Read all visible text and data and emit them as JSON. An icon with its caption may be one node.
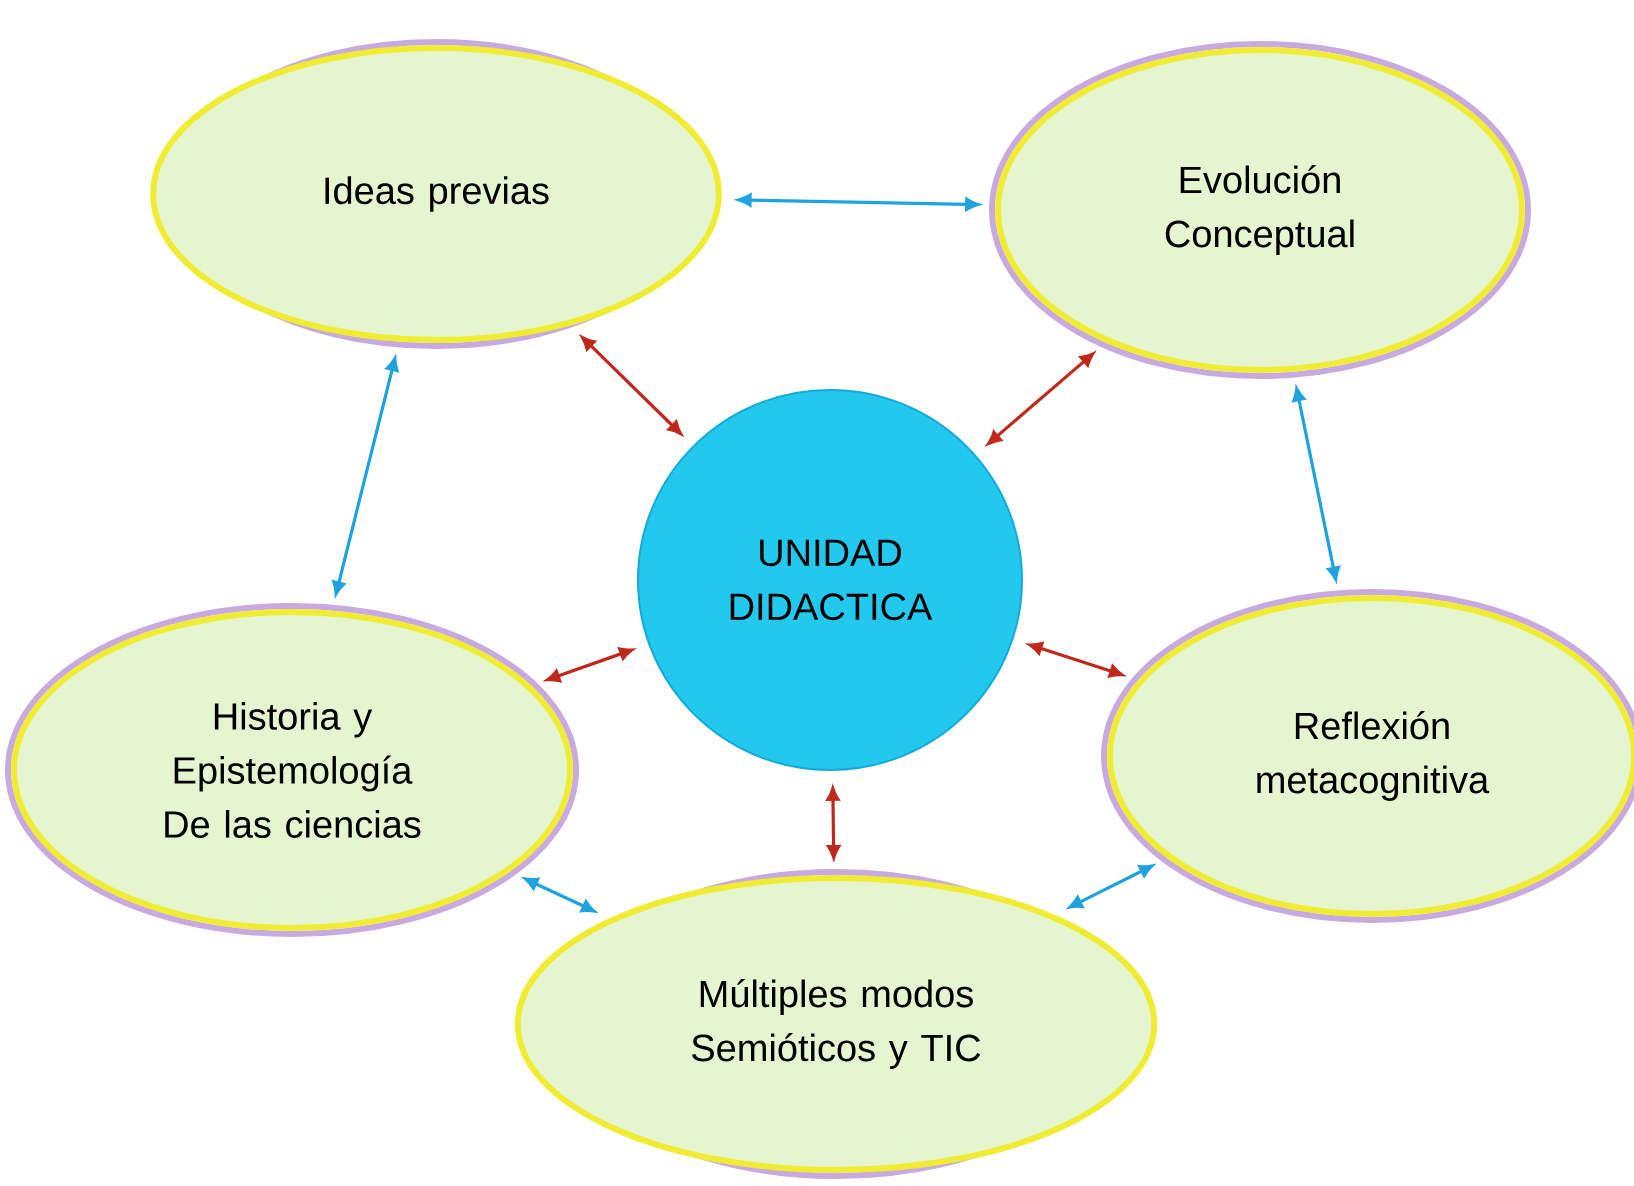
{
  "diagram": {
    "nodes": [
      {
        "text": [
          "Ideas previas"
        ]
      },
      {
        "text": [
          "Evolución Conceptual"
        ]
      },
      {
        "text": [
          "UNIDAD DIDACTICA"
        ]
      },
      {
        "text": [
          "Historia y Epistemología De las ciencias"
        ]
      },
      {
        "text": [
          "Reflexión metacognitiva"
        ]
      },
      {
        "text": [
          "Múltiples modos Semióticos y TIC"
        ]
      }
    ],
    "edges": [
      {
        "from": 0,
        "to": 1,
        "arrow": "both",
        "color": "#1fa3e0"
      },
      {
        "from": 1,
        "to": 4,
        "arrow": "both",
        "color": "#1fa3e0"
      },
      {
        "from": 4,
        "to": 5,
        "arrow": "both",
        "color": "#1fa3e0"
      },
      {
        "from": 5,
        "to": 3,
        "arrow": "both",
        "color": "#1fa3e0"
      },
      {
        "from": 3,
        "to": 0,
        "arrow": "both",
        "color": "#1fa3e0"
      },
      {
        "from": 2,
        "to": 0,
        "arrow": "both",
        "color": "#c0281c"
      },
      {
        "from": 2,
        "to": 1,
        "arrow": "both",
        "color": "#c0281c"
      },
      {
        "from": 2,
        "to": 3,
        "arrow": "both",
        "color": "#c0281c"
      },
      {
        "from": 2,
        "to": 4,
        "arrow": "both",
        "color": "#c0281c"
      },
      {
        "from": 2,
        "to": 5,
        "arrow": "both",
        "color": "#c0281c"
      }
    ]
  }
}
